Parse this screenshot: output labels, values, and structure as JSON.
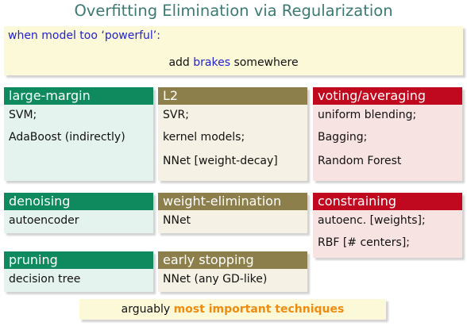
{
  "title": "Overfitting Elimination via Regularization",
  "intro": {
    "line1": "when model too ‘powerful’:",
    "line2_prefix": "add ",
    "line2_highlight": "brakes",
    "line2_suffix": " somewhere"
  },
  "boxes": {
    "large_margin": {
      "header": "large-margin",
      "items": [
        "SVM;",
        "AdaBoost (indirectly)"
      ]
    },
    "l2": {
      "header": "L2",
      "items": [
        "SVR;",
        "kernel models;",
        "NNet [weight-decay]"
      ]
    },
    "voting": {
      "header": "voting/averaging",
      "items": [
        "uniform blending;",
        "Bagging;",
        "Random Forest"
      ]
    },
    "denoising": {
      "header": "denoising",
      "items": [
        "autoencoder"
      ]
    },
    "weight_elim": {
      "header": "weight-elimination",
      "items": [
        "NNet"
      ]
    },
    "constraining": {
      "header": "constraining",
      "items": [
        "autoenc. [weights];",
        "RBF [# centers];"
      ]
    },
    "pruning": {
      "header": "pruning",
      "items": [
        "decision tree"
      ]
    },
    "early_stopping": {
      "header": "early stopping",
      "items": [
        "NNet (any GD-like)"
      ]
    }
  },
  "footer": {
    "prefix": "arguably ",
    "highlight": "most important techniques"
  },
  "colors": {
    "title": "#3b7a73",
    "green": "#0f8a5f",
    "olive": "#8c7f4b",
    "red": "#c0091e",
    "highlight_blue": "#2222cc",
    "highlight_orange": "#ef8c10"
  }
}
